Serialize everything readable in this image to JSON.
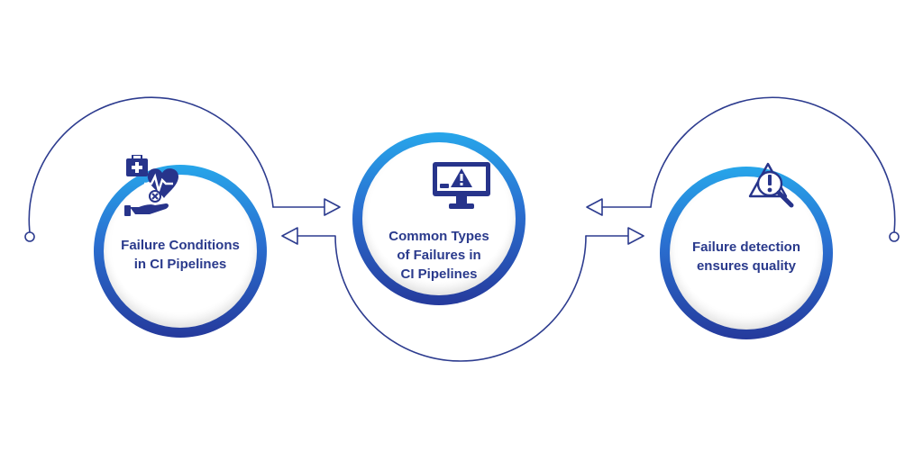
{
  "colors": {
    "ring_top": "#27a6ea",
    "ring_bottom": "#253a9c",
    "connector": "#2d3c8f",
    "text": "#2a3a8c",
    "icon": "#27348b"
  },
  "nodes": [
    {
      "icon": "heart-health-hand-icon",
      "lines": [
        "Failure Conditions",
        "in CI Pipelines"
      ]
    },
    {
      "icon": "monitor-warning-icon",
      "lines": [
        "Common Types",
        "of Failures in",
        "CI Pipelines"
      ]
    },
    {
      "icon": "magnifier-warning-icon",
      "lines": [
        "Failure detection",
        "ensures quality"
      ]
    }
  ]
}
